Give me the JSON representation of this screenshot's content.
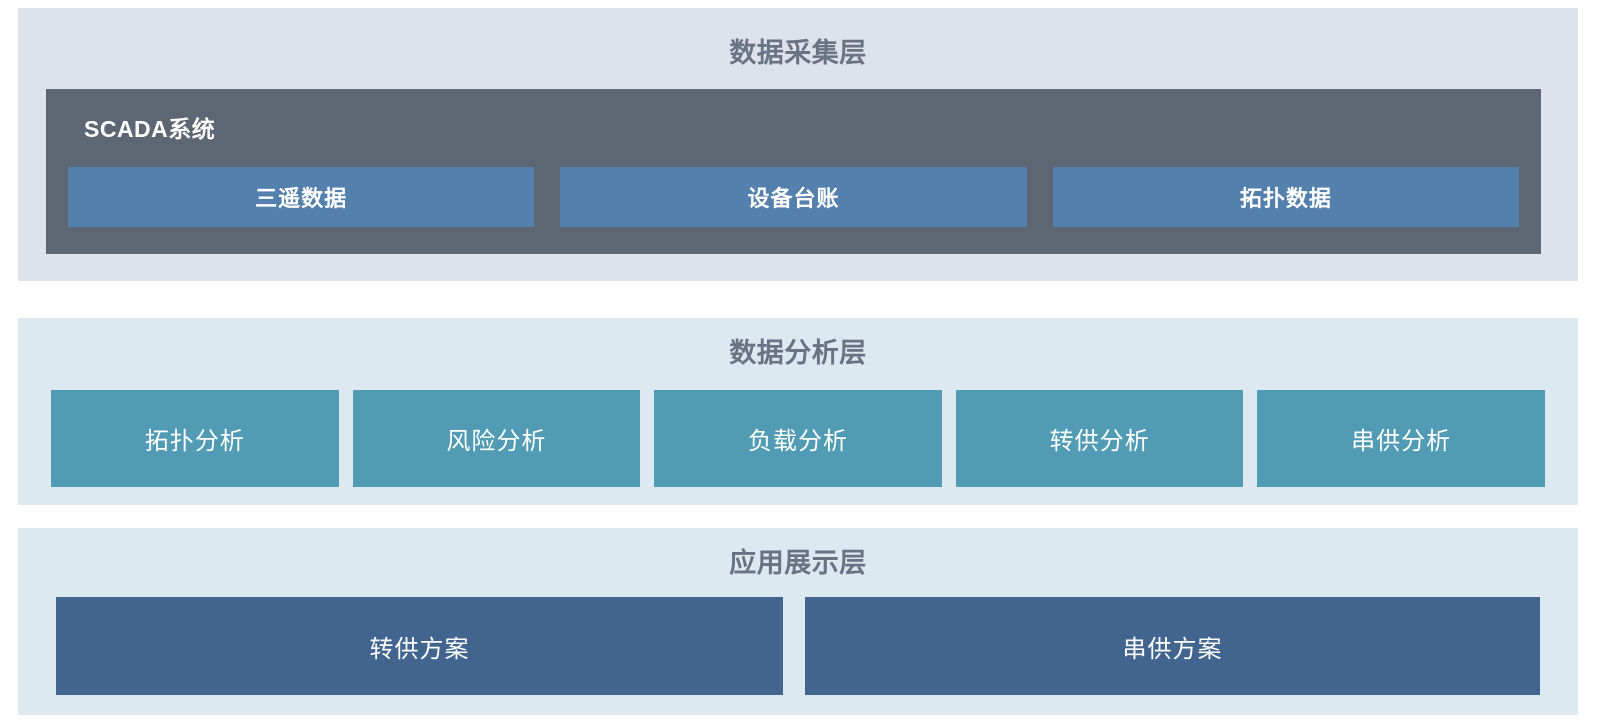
{
  "diagram": {
    "type": "layered-architecture",
    "background": "#ffffff",
    "layers": [
      {
        "id": "data-collection",
        "title": "数据采集层",
        "panel_color": "#dee2eb",
        "group": {
          "label": "SCADA系统",
          "color": "#5d6673",
          "items": [
            {
              "label": "三遥数据",
              "color": "#5480ad"
            },
            {
              "label": "设备台账",
              "color": "#5480ad"
            },
            {
              "label": "拓扑数据",
              "color": "#5480ad"
            }
          ]
        }
      },
      {
        "id": "data-analysis",
        "title": "数据分析层",
        "panel_color": "#dde9f0",
        "items": [
          {
            "label": "拓扑分析",
            "color": "#519bb5"
          },
          {
            "label": "风险分析",
            "color": "#519bb5"
          },
          {
            "label": "负载分析",
            "color": "#519bb5"
          },
          {
            "label": "转供分析",
            "color": "#519bb5"
          },
          {
            "label": "串供分析",
            "color": "#519bb5"
          }
        ]
      },
      {
        "id": "application-display",
        "title": "应用展示层",
        "panel_color": "#dde9f0",
        "items": [
          {
            "label": "转供方案",
            "color": "#42658f"
          },
          {
            "label": "串供方案",
            "color": "#42658f"
          }
        ]
      }
    ]
  }
}
